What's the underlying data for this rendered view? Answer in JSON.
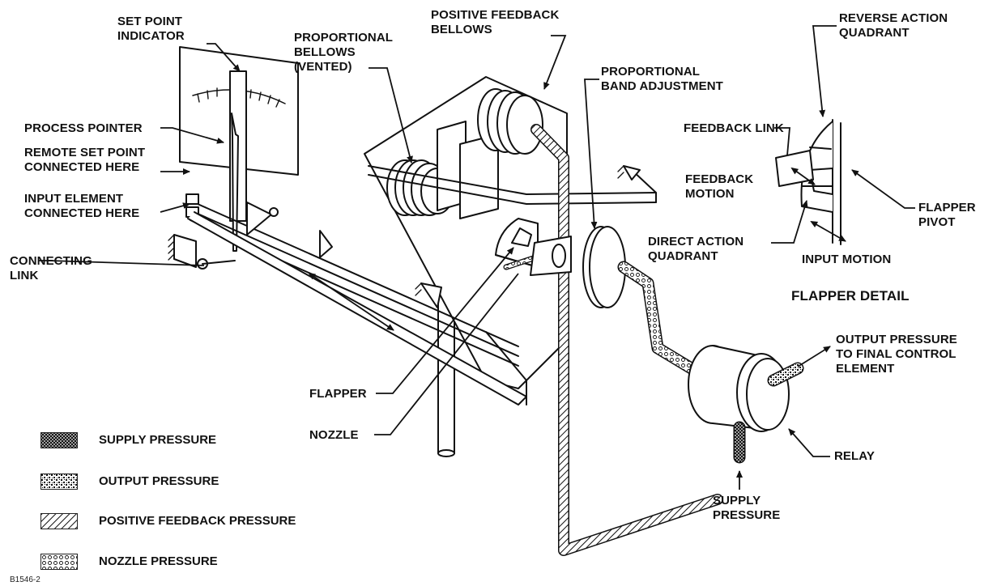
{
  "labels": {
    "set_point_indicator": "SET POINT\nINDICATOR",
    "proportional_bellows": "PROPORTIONAL\nBELLOWS\n(VENTED)",
    "positive_feedback_bellows": "POSITIVE FEEDBACK\nBELLOWS",
    "proportional_band_adjustment": "PROPORTIONAL\nBAND ADJUSTMENT",
    "reverse_action_quadrant": "REVERSE ACTION\nQUADRANT",
    "process_pointer": "PROCESS POINTER",
    "remote_set_point": "REMOTE SET POINT\nCONNECTED HERE",
    "input_element": "INPUT ELEMENT\nCONNECTED HERE",
    "connecting_link": "CONNECTING\nLINK",
    "feedback_link": "FEEDBACK LINK",
    "feedback_motion": "FEEDBACK\nMOTION",
    "flapper_pivot": "FLAPPER\nPIVOT",
    "direct_action_quadrant": "DIRECT ACTION\nQUADRANT",
    "input_motion": "INPUT MOTION",
    "flapper_detail": "FLAPPER DETAIL",
    "output_pressure_to_final": "OUTPUT PRESSURE\nTO FINAL CONTROL\nELEMENT",
    "flapper": "FLAPPER",
    "nozzle": "NOZZLE",
    "relay": "RELAY",
    "supply_pressure_bottom": "SUPPLY\nPRESSURE"
  },
  "legend": [
    {
      "label": "SUPPLY PRESSURE",
      "pattern": "crosshatch"
    },
    {
      "label": "OUTPUT PRESSURE",
      "pattern": "speckle"
    },
    {
      "label": "POSITIVE FEEDBACK PRESSURE",
      "pattern": "diagonal"
    },
    {
      "label": "NOZZLE PRESSURE",
      "pattern": "circles"
    }
  ],
  "figure_code": "B1546-2",
  "colors": {
    "ink": "#111111",
    "paper": "#ffffff"
  }
}
